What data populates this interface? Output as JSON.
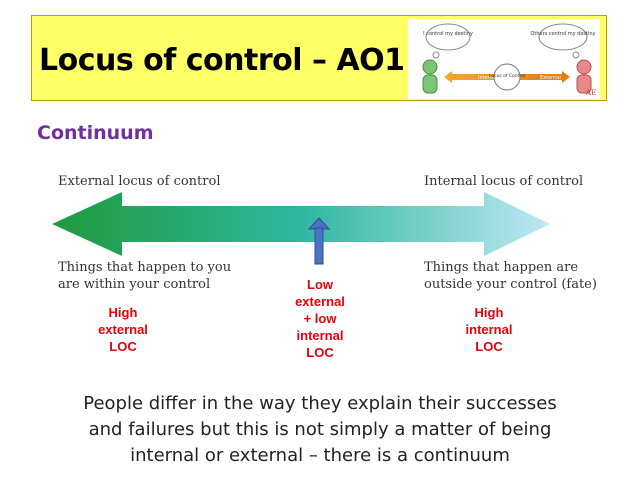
{
  "title": "Locus of control – AO1",
  "subtitle": "Continuum",
  "thumbnail": {
    "left_bubble": "I control my destiny",
    "right_bubble": "Others control my destiny",
    "internal": "Internal",
    "center": "Locus of Control",
    "external": "External"
  },
  "continuum": {
    "left_top": "External locus of control",
    "right_top": "Internal locus of control",
    "left_bottom": [
      "Things that happen to you",
      "are within your control"
    ],
    "right_bottom": [
      "Things that happen are",
      "outside your control (fate)"
    ]
  },
  "labels": {
    "high_external": [
      "High",
      "external",
      "LOC"
    ],
    "middle": [
      "Low",
      "external",
      "+ low",
      "internal",
      "LOC"
    ],
    "high_internal": [
      "High",
      "internal",
      "LOC"
    ]
  },
  "statement": [
    "People differ in the way they explain their successes",
    "and failures but this is not simply a matter of being",
    "internal or external – there is a continuum"
  ],
  "colors": {
    "title_bg": "#ffff66",
    "subtitle": "#7030a0",
    "accent_red": "#e8000b"
  }
}
